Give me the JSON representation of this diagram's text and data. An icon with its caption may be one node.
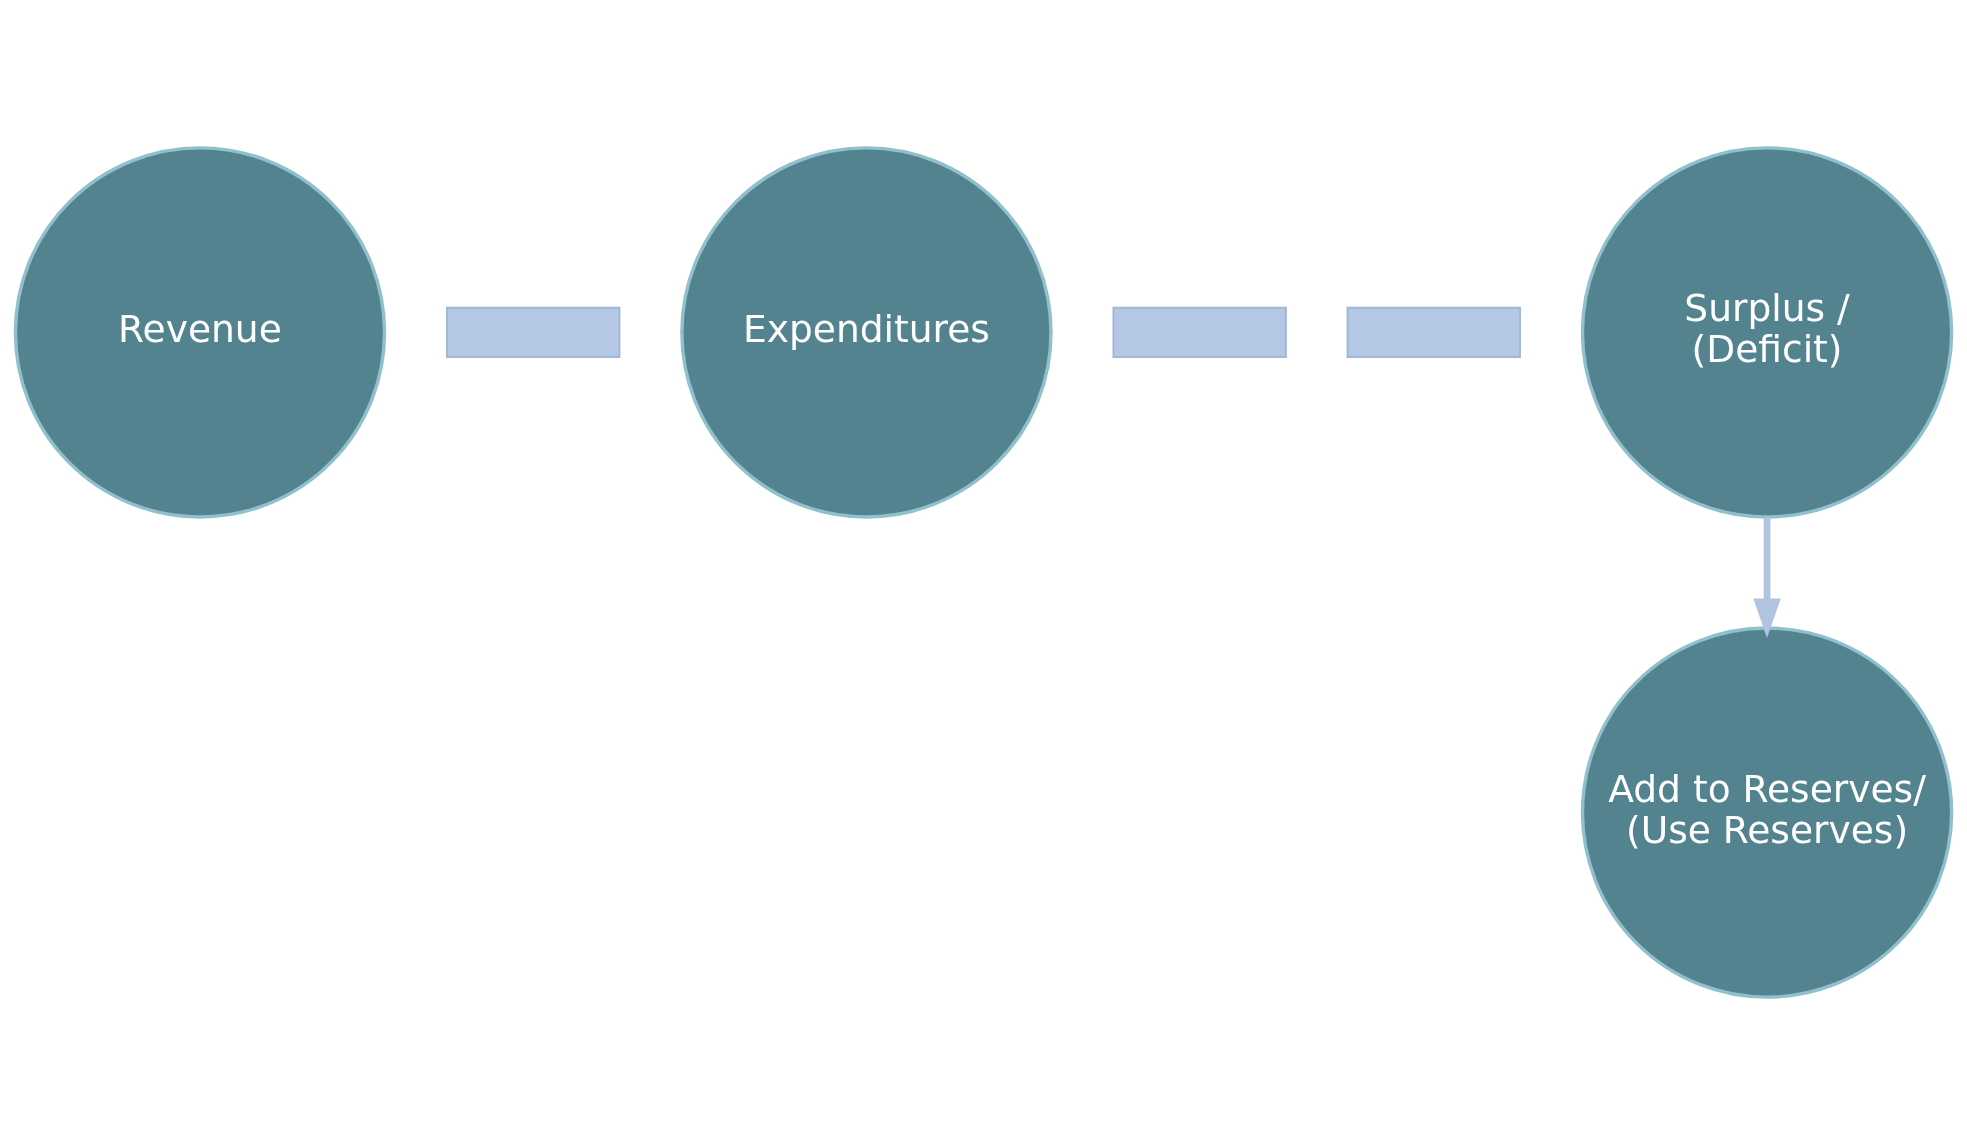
{
  "diagram": {
    "nodes": [
      {
        "text": [
          "Revenue"
        ]
      },
      {
        "text": [],
        "shape": "bar"
      },
      {
        "text": [
          "Expenditures"
        ]
      },
      {
        "text": [],
        "shape": "bar"
      },
      {
        "text": [],
        "shape": "bar"
      },
      {
        "text": [
          "Surplus / (Deficit)"
        ]
      },
      {
        "text": [
          "Add to Reserves/ (Use Reserves)"
        ]
      }
    ],
    "edges": [
      {
        "from": 5,
        "to": 6,
        "arrow": "to"
      }
    ]
  }
}
